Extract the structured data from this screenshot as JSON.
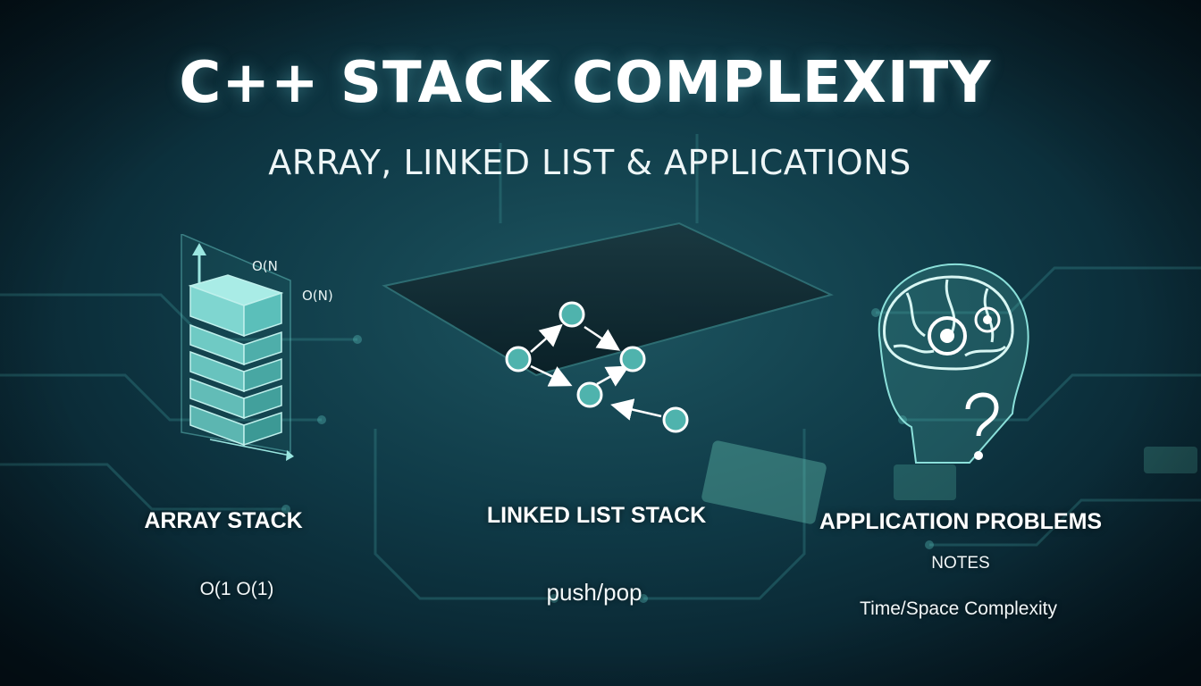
{
  "header": {
    "title": "C++ STACK COMPLEXITY",
    "subtitle": "ARRAY, LINKED LIST & APPLICATIONS"
  },
  "array_stack": {
    "title": "ARRAY STACK",
    "complexity": "O(1 O(1)",
    "annotation_top": "O(N",
    "annotation_side": "O(N)",
    "icon": "stacked-blocks-icon"
  },
  "linked_list_stack": {
    "title": "LINKED LIST STACK",
    "operation": "push/pop",
    "icon": "linked-nodes-icon"
  },
  "application_problems": {
    "title": "APPLICATION PROBLEMS",
    "notes": "NOTES",
    "subtitle": "Time/Space Complexity",
    "icon": "brain-gear-question-icon"
  },
  "colors": {
    "background": "#07202c",
    "accent": "#6fd3cf",
    "accent_dark": "#2e8f93",
    "text": "#ffffff"
  }
}
